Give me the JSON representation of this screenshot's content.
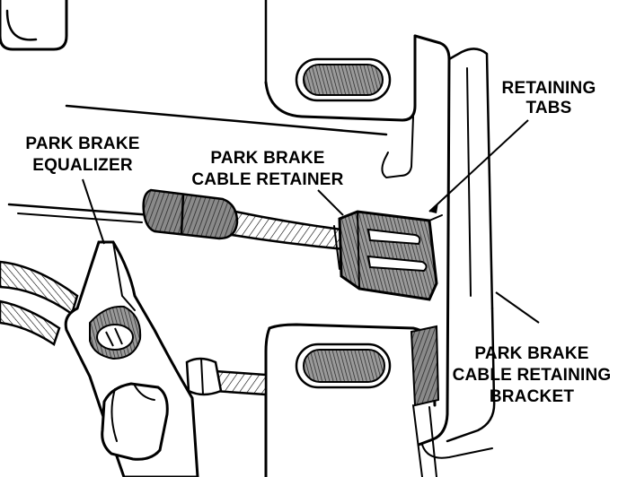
{
  "labels": {
    "retaining_tabs": [
      "RETAINING",
      "TABS"
    ],
    "equalizer": [
      "PARK BRAKE",
      "EQUALIZER"
    ],
    "cable_retainer": [
      "PARK BRAKE",
      "CABLE RETAINER"
    ],
    "retaining_bracket": [
      "PARK BRAKE",
      "CABLE RETAINING",
      "BRACKET"
    ]
  },
  "colors": {
    "ink": "#000000",
    "paper": "#ffffff",
    "shade": "#6e6e6e"
  }
}
